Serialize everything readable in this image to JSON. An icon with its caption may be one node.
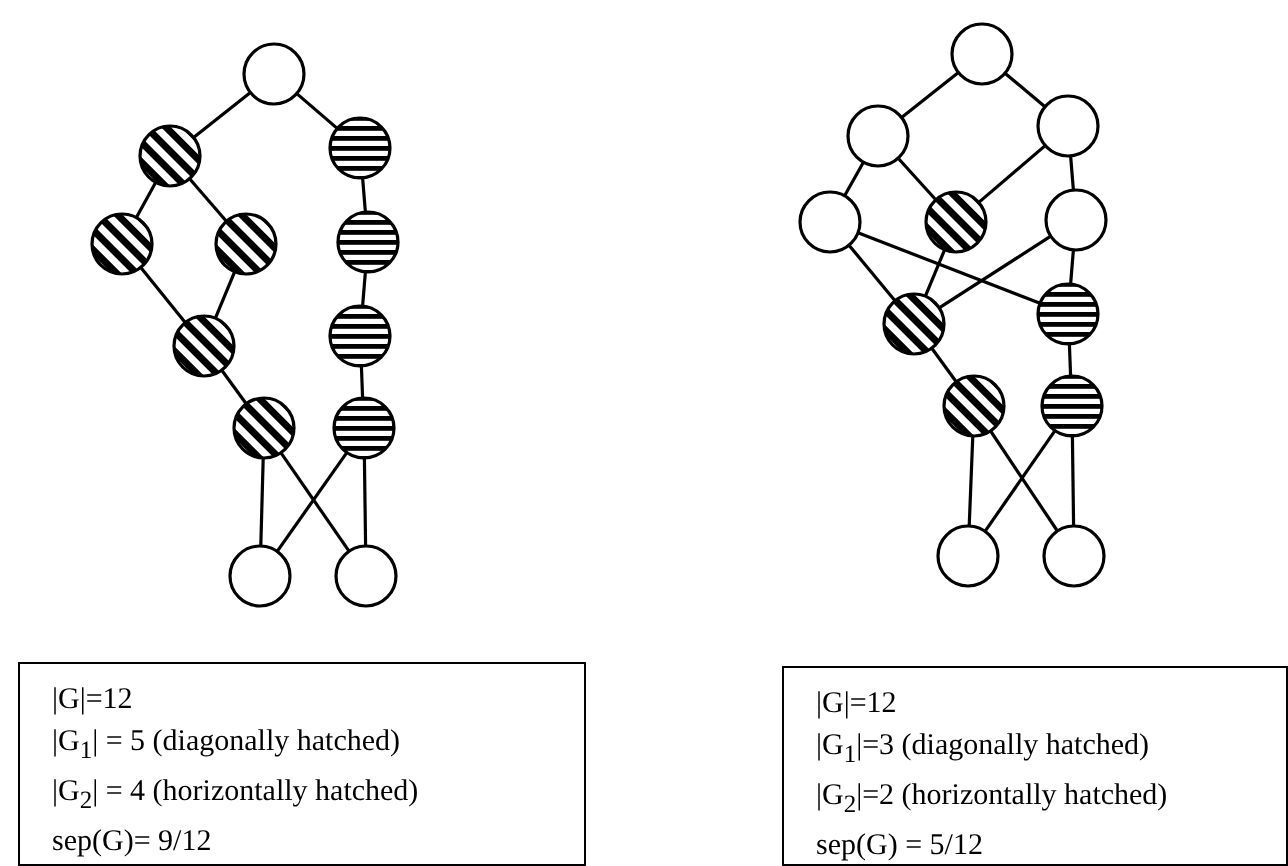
{
  "diagram": {
    "nodes": [
      {
        "text": [],
        "shape": "circle"
      },
      {
        "text": [],
        "shape": "circle"
      },
      {
        "text": [],
        "shape": "circle"
      },
      {
        "text": [],
        "shape": "circle"
      },
      {
        "text": [],
        "shape": "circle"
      },
      {
        "text": [],
        "shape": "circle"
      },
      {
        "text": [],
        "shape": "circle"
      },
      {
        "text": [],
        "shape": "circle"
      },
      {
        "text": [],
        "shape": "circle"
      },
      {
        "text": [],
        "shape": "circle"
      },
      {
        "text": [],
        "shape": "circle"
      },
      {
        "text": [],
        "shape": "circle"
      },
      {
        "text": [],
        "shape": "circle"
      },
      {
        "text": [],
        "shape": "circle"
      },
      {
        "text": [],
        "shape": "circle"
      },
      {
        "text": [],
        "shape": "circle"
      },
      {
        "text": [],
        "shape": "circle"
      },
      {
        "text": [],
        "shape": "circle"
      },
      {
        "text": [],
        "shape": "circle"
      },
      {
        "text": [],
        "shape": "circle"
      },
      {
        "text": [],
        "shape": "circle"
      },
      {
        "text": [],
        "shape": "circle"
      },
      {
        "text": [],
        "shape": "circle"
      },
      {
        "text": [],
        "shape": "circle"
      },
      {
        "text": [
          "|G|=12",
          "|G$_{1}$| = 5 (diagonally hatched)",
          "|G$_{2}$| = 4 (horizontally hatched)",
          "sep(G)= 9/12"
        ]
      },
      {
        "text": [
          "|G|=12",
          "|G$_{1}$|=3 (diagonally hatched)",
          "|G$_{2}$|=2 (horizontally hatched)",
          "sep(G) = 5/12"
        ]
      }
    ],
    "edges": [
      {
        "from": 0,
        "to": 1,
        "arrow": "none"
      },
      {
        "from": 0,
        "to": 2,
        "arrow": "none"
      },
      {
        "from": 1,
        "to": 3,
        "arrow": "none"
      },
      {
        "from": 1,
        "to": 4,
        "arrow": "none"
      },
      {
        "from": 3,
        "to": 6,
        "arrow": "none"
      },
      {
        "from": 4,
        "to": 6,
        "arrow": "none"
      },
      {
        "from": 6,
        "to": 8,
        "arrow": "none"
      },
      {
        "from": 8,
        "to": 10,
        "arrow": "none"
      },
      {
        "from": 8,
        "to": 11,
        "arrow": "none"
      },
      {
        "from": 2,
        "to": 5,
        "arrow": "none"
      },
      {
        "from": 5,
        "to": 7,
        "arrow": "none"
      },
      {
        "from": 7,
        "to": 9,
        "arrow": "none"
      },
      {
        "from": 9,
        "to": 10,
        "arrow": "none"
      },
      {
        "from": 9,
        "to": 11,
        "arrow": "none"
      },
      {
        "from": 12,
        "to": 13,
        "arrow": "none"
      },
      {
        "from": 12,
        "to": 14,
        "arrow": "none"
      },
      {
        "from": 13,
        "to": 15,
        "arrow": "none"
      },
      {
        "from": 13,
        "to": 16,
        "arrow": "none"
      },
      {
        "from": 14,
        "to": 16,
        "arrow": "none"
      },
      {
        "from": 14,
        "to": 17,
        "arrow": "none"
      },
      {
        "from": 15,
        "to": 19,
        "arrow": "none"
      },
      {
        "from": 15,
        "to": 18,
        "arrow": "none"
      },
      {
        "from": 16,
        "to": 18,
        "arrow": "none"
      },
      {
        "from": 17,
        "to": 18,
        "arrow": "none"
      },
      {
        "from": 17,
        "to": 19,
        "arrow": "none"
      },
      {
        "from": 19,
        "to": 21,
        "arrow": "none"
      },
      {
        "from": 18,
        "to": 20,
        "arrow": "none"
      },
      {
        "from": 20,
        "to": 22,
        "arrow": "none"
      },
      {
        "from": 20,
        "to": 23,
        "arrow": "none"
      },
      {
        "from": 21,
        "to": 22,
        "arrow": "none"
      },
      {
        "from": 21,
        "to": 23,
        "arrow": "none"
      }
    ]
  }
}
